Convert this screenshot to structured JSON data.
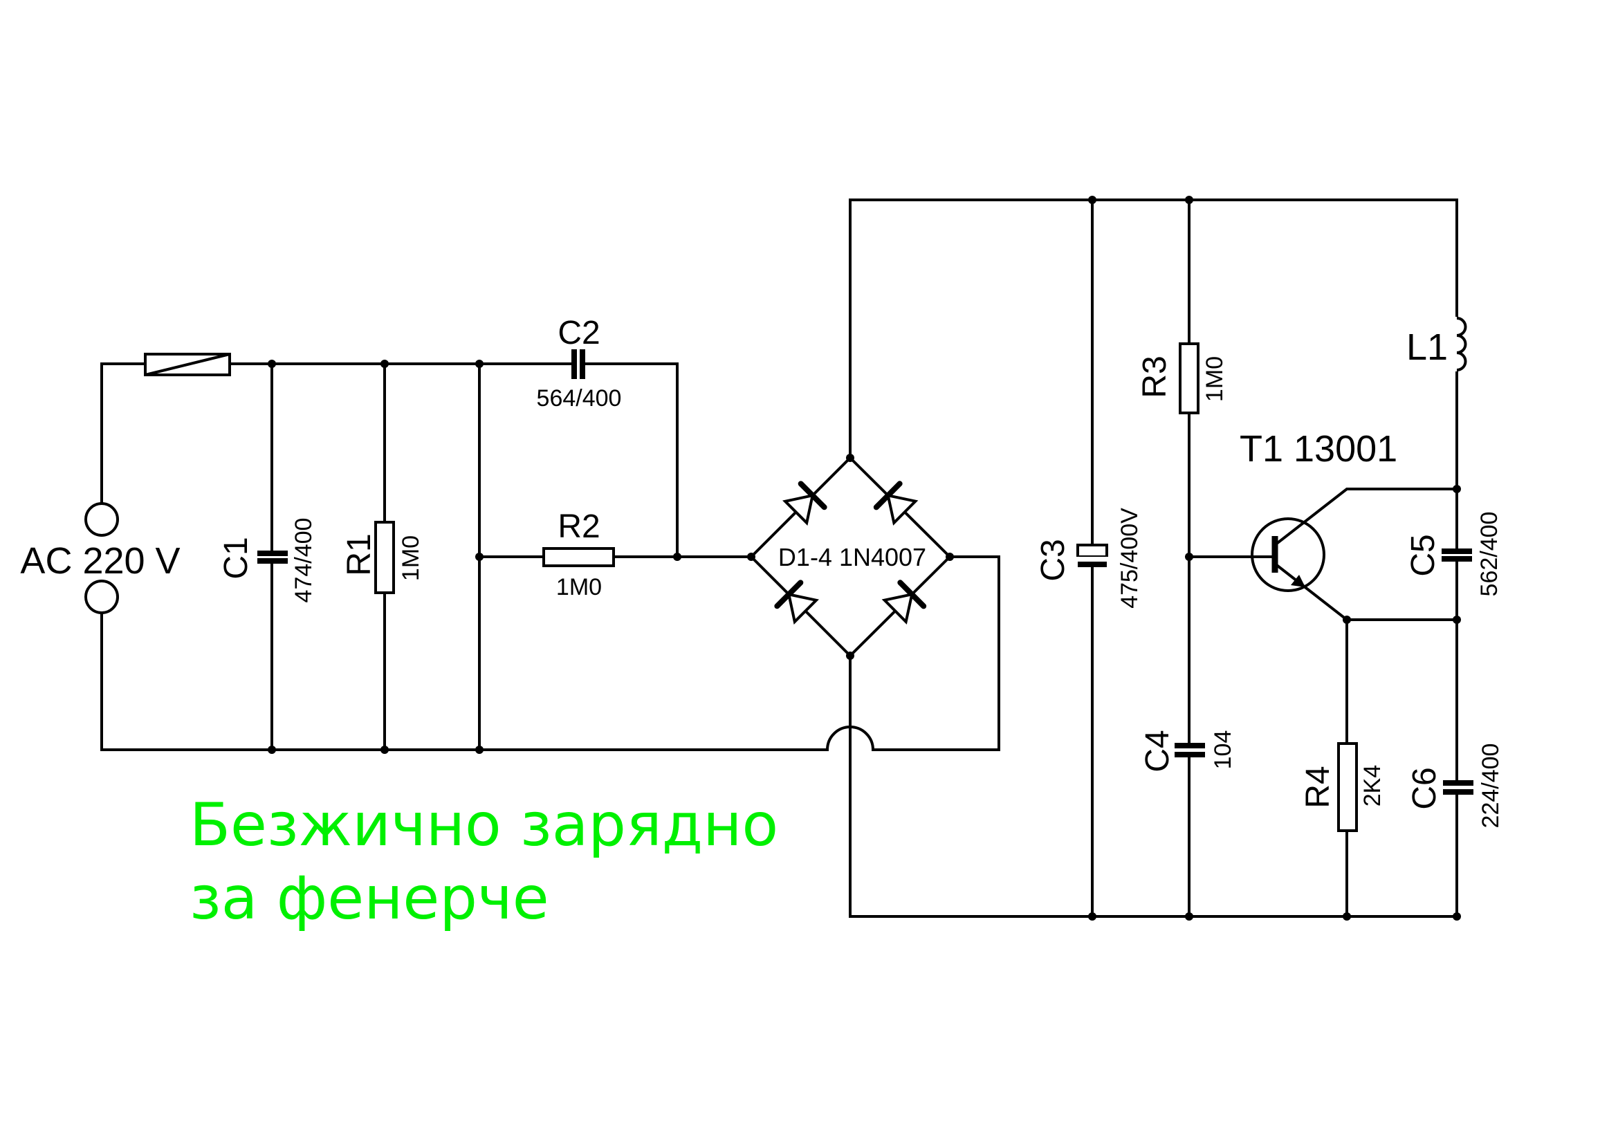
{
  "title": {
    "line1": "Безжично зарядно",
    "line2": "за фенерче",
    "color": "#00f000"
  },
  "source": {
    "label": "AC 220 V"
  },
  "components": {
    "fuse": {
      "ref": ""
    },
    "C1": {
      "ref": "C1",
      "value": "474/400"
    },
    "R1": {
      "ref": "R1",
      "value": "1M0"
    },
    "C2": {
      "ref": "C2",
      "value": "564/400"
    },
    "R2": {
      "ref": "R2",
      "value": "1M0"
    },
    "bridge": {
      "label": "D1-4 1N4007"
    },
    "C3": {
      "ref": "C3",
      "value": "475/400V"
    },
    "R3": {
      "ref": "R3",
      "value": "1M0"
    },
    "C4": {
      "ref": "C4",
      "value": "104"
    },
    "T1": {
      "label": "T1 13001"
    },
    "L1": {
      "ref": "L1"
    },
    "C5": {
      "ref": "C5",
      "value": "562/400"
    },
    "R4": {
      "ref": "R4",
      "value": "2K4"
    },
    "C6": {
      "ref": "C6",
      "value": "224/400"
    }
  },
  "colors": {
    "ink": "#000000",
    "background": "#ffffff"
  }
}
